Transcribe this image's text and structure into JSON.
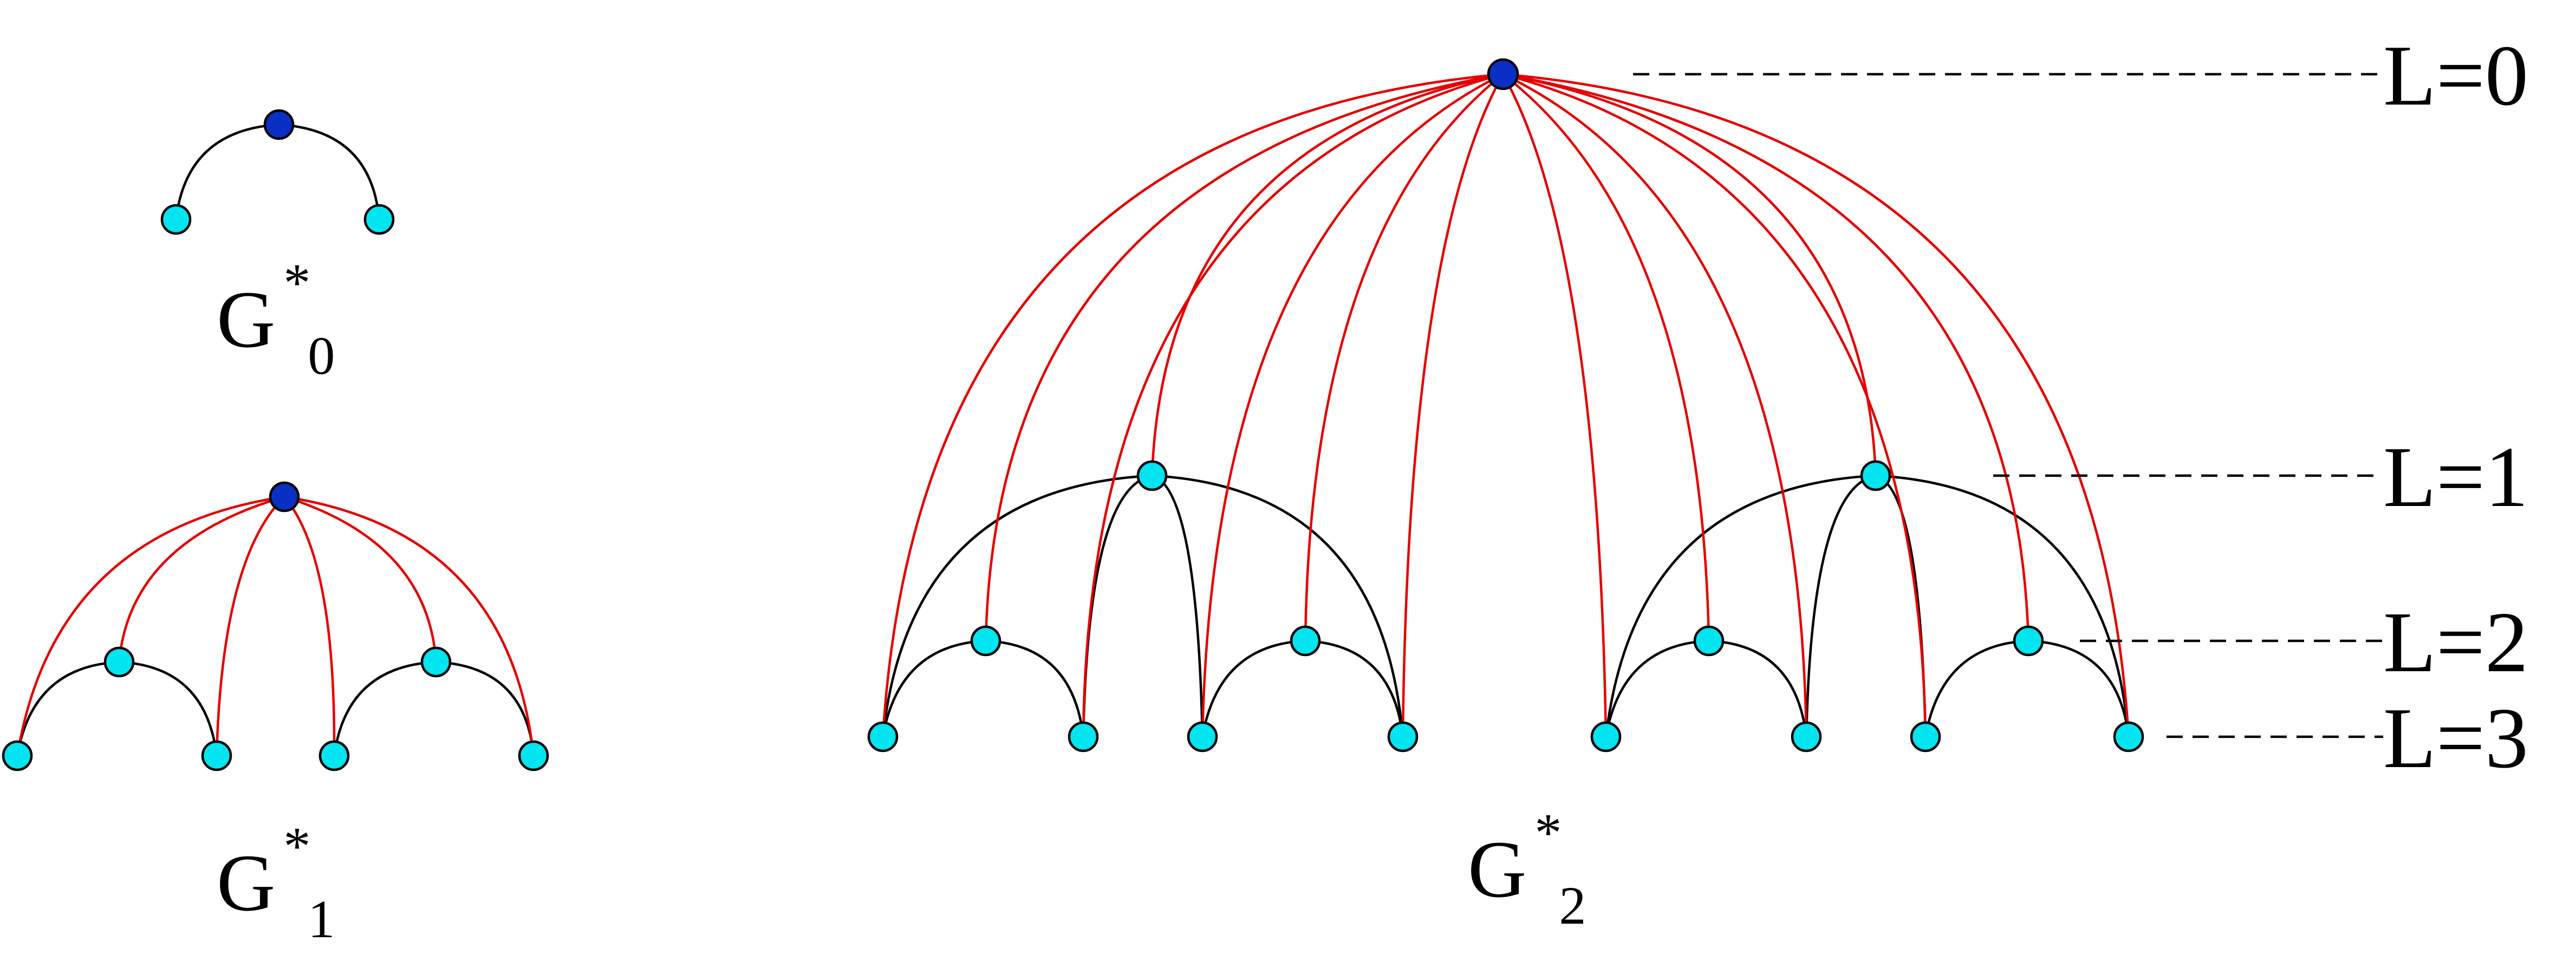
{
  "colors": {
    "root_node": "#0a2fc4",
    "leaf_node": "#00e5f0",
    "red_edge": "#e60000",
    "black_edge": "#000000"
  },
  "graphs": [
    {
      "base": "G",
      "sup": "*",
      "sub": "0"
    },
    {
      "base": "G",
      "sup": "*",
      "sub": "1"
    },
    {
      "base": "G",
      "sup": "*",
      "sub": "2"
    }
  ],
  "levels": [
    "L=0",
    "L=1",
    "L=2",
    "L=3"
  ]
}
